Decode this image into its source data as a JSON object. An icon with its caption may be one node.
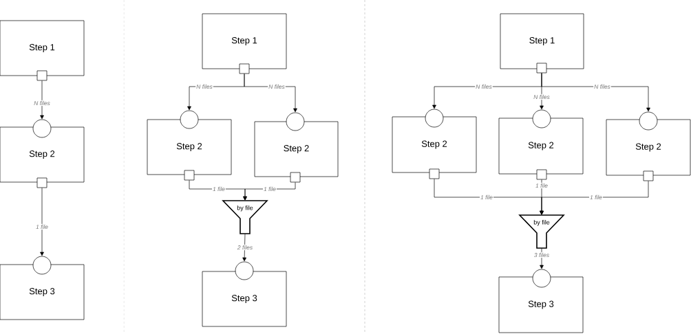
{
  "diagram": {
    "nodes": [
      {
        "text": [
          "Step 1"
        ]
      },
      {
        "text": [],
        "shape": "box"
      },
      {
        "text": [],
        "shape": "circle"
      },
      {
        "text": [
          "Step 2"
        ]
      },
      {
        "text": [],
        "shape": "box"
      },
      {
        "text": [],
        "shape": "circle"
      },
      {
        "text": [
          "Step 3"
        ]
      },
      {
        "text": [
          "Step 1"
        ]
      },
      {
        "text": [],
        "shape": "box"
      },
      {
        "text": [
          "Step 2"
        ]
      },
      {
        "text": [],
        "shape": "circle"
      },
      {
        "text": [],
        "shape": "box"
      },
      {
        "text": [
          "Step 2"
        ]
      },
      {
        "text": [],
        "shape": "circle"
      },
      {
        "text": [],
        "shape": "box"
      },
      {
        "text": [
          "by file"
        ]
      },
      {
        "text": [
          "Step 3"
        ]
      },
      {
        "text": [],
        "shape": "circle"
      },
      {
        "text": [
          "Step 1"
        ]
      },
      {
        "text": [],
        "shape": "box"
      },
      {
        "text": [
          "Step 2"
        ]
      },
      {
        "text": [],
        "shape": "circle"
      },
      {
        "text": [],
        "shape": "box"
      },
      {
        "text": [
          "Step 2"
        ]
      },
      {
        "text": [],
        "shape": "circle"
      },
      {
        "text": [],
        "shape": "box"
      },
      {
        "text": [
          "Step 2"
        ]
      },
      {
        "text": [],
        "shape": "circle"
      },
      {
        "text": [],
        "shape": "box"
      },
      {
        "text": [
          "by file"
        ]
      },
      {
        "text": [
          "Step 3"
        ]
      },
      {
        "text": [],
        "shape": "circle"
      }
    ],
    "edges": [
      {
        "from": 1,
        "to": 2,
        "arrow": "to",
        "label": "N files"
      },
      {
        "from": 4,
        "to": 5,
        "arrow": "to",
        "label": "1 file"
      },
      {
        "from": 8,
        "to": 10,
        "arrow": "to",
        "label": "N files"
      },
      {
        "from": 8,
        "to": 13,
        "arrow": "to",
        "label": "N files"
      },
      {
        "from": 11,
        "to": 15,
        "arrow": "to",
        "label": "1 file"
      },
      {
        "from": 14,
        "to": 15,
        "arrow": "to",
        "label": "1 file"
      },
      {
        "from": 15,
        "to": 17,
        "arrow": "to",
        "label": "2 files"
      },
      {
        "from": 19,
        "to": 21,
        "arrow": "to",
        "label": "N files"
      },
      {
        "from": 19,
        "to": 24,
        "arrow": "to",
        "label": "N files"
      },
      {
        "from": 19,
        "to": 27,
        "arrow": "to",
        "label": "N files"
      },
      {
        "from": 22,
        "to": 29,
        "arrow": "to",
        "label": "1 file"
      },
      {
        "from": 25,
        "to": 29,
        "arrow": "to",
        "label": "1 file"
      },
      {
        "from": 28,
        "to": 29,
        "arrow": "to",
        "label": "1 file"
      },
      {
        "from": 29,
        "to": 31,
        "arrow": "to",
        "label": "3 files"
      }
    ]
  }
}
